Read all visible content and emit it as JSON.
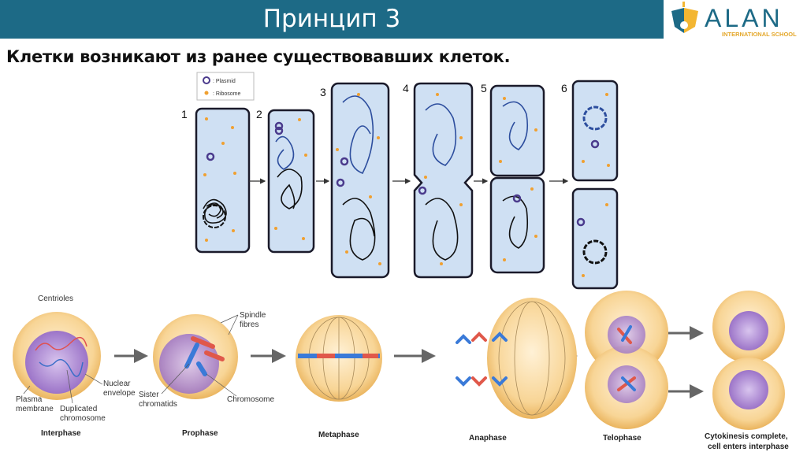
{
  "header": {
    "title": "Принцип 3"
  },
  "logo": {
    "name": "ALAN",
    "tagline": "INTERNATIONAL SCHOOL"
  },
  "subtitle": "Клетки возникают из ранее существовавших клеток.",
  "bacteria_diagram": {
    "legend": {
      "plasmid": ": Plasmid",
      "ribosome": ": Ribosome"
    },
    "steps": [
      "1",
      "2",
      "3",
      "4",
      "5",
      "6"
    ]
  },
  "mitosis_diagram": {
    "labels": {
      "centrioles": "Centrioles",
      "plasma_line1": "Plasma",
      "plasma_line2": "membrane",
      "duplicated_line1": "Duplicated",
      "duplicated_line2": "chromosome",
      "nuclear_line1": "Nuclear",
      "nuclear_line2": "envelope",
      "spindle_line1": "Spindle",
      "spindle_line2": "fibres",
      "sister_line1": "Sister",
      "sister_line2": "chromatids",
      "chromosome": "Chromosome"
    },
    "stages": {
      "interphase": "Interphase",
      "prophase": "Prophase",
      "metaphase": "Metaphase",
      "anaphase": "Anaphase",
      "telophase": "Telophase",
      "cytokinesis_line1": "Cytokinesis complete,",
      "cytokinesis_line2": "cell enters interphase"
    }
  },
  "colors": {
    "header": "#1d6a86",
    "cell_fill": "#cfe0f3",
    "orange": "#f5c77a"
  }
}
